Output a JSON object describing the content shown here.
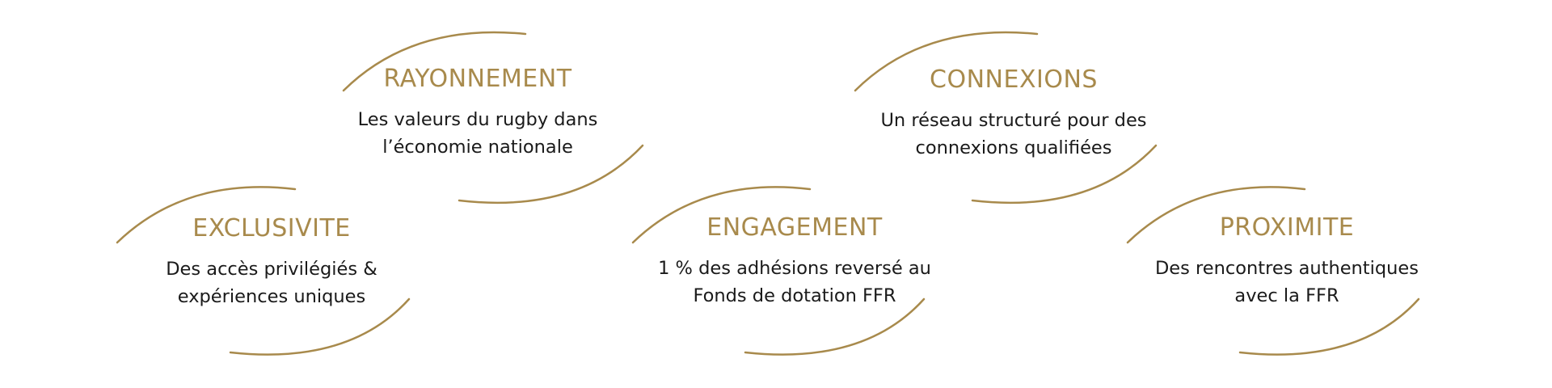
{
  "accent_color": "#a88a4c",
  "values": {
    "rayonnement": {
      "title": "RAYONNEMENT",
      "line1": "Les valeurs du rugby dans",
      "line2": "l’économie nationale"
    },
    "connexions": {
      "title": "CONNEXIONS",
      "line1": "Un réseau structuré pour des",
      "line2": "connexions qualifiées"
    },
    "exclusivite": {
      "title": "EXCLUSIVITE",
      "line1": "Des accès privilégiés &",
      "line2": "expériences uniques"
    },
    "engagement": {
      "title": "ENGAGEMENT",
      "line1": "1 % des adhésions reversé au",
      "line2": "Fonds de dotation FFR"
    },
    "proximite": {
      "title": "PROXIMITE",
      "line1": "Des rencontres authentiques",
      "line2": "avec la FFR"
    }
  }
}
